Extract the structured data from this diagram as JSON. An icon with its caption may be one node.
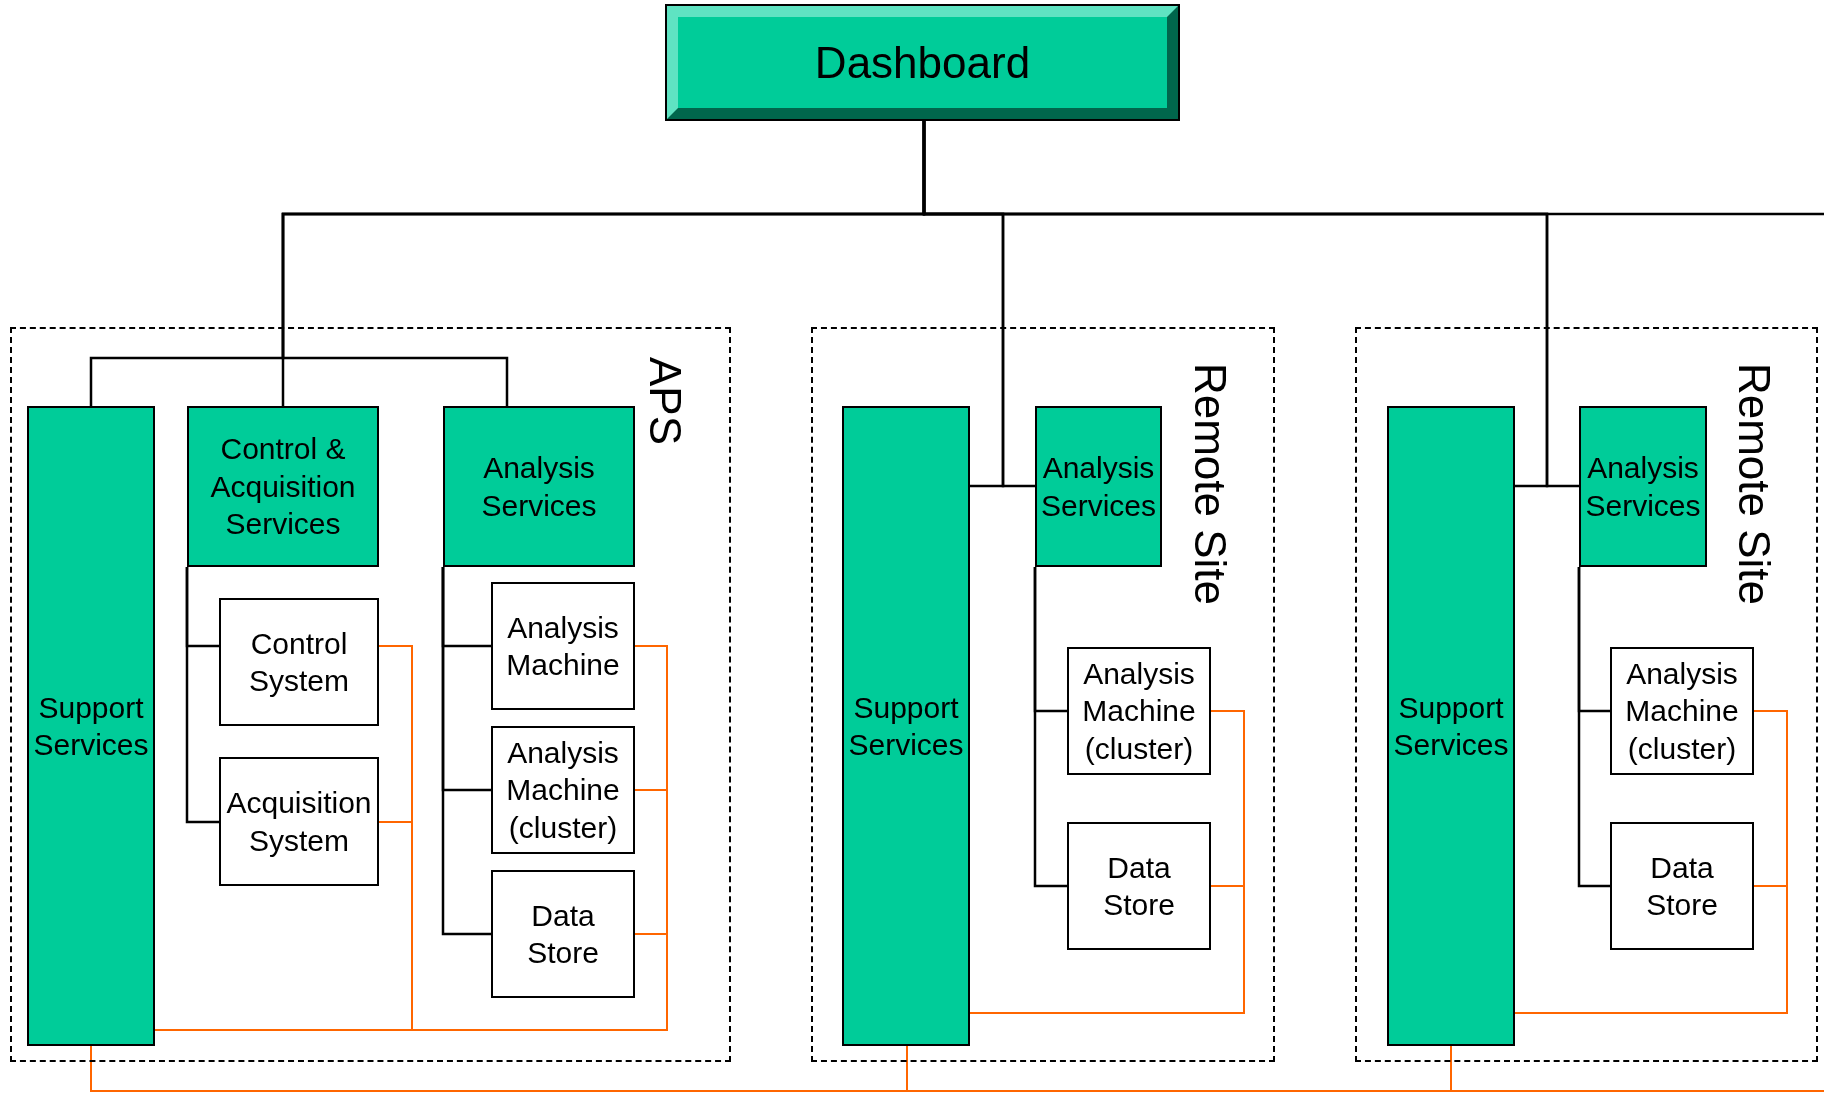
{
  "diagram": {
    "nodes": [
      {
        "text": [
          "Dashboard"
        ]
      },
      {
        "text": [
          "APS"
        ]
      },
      {
        "text": [
          "Support Services"
        ],
        "in": 1
      },
      {
        "text": [
          "Control & Acquisition Services"
        ],
        "in": 1
      },
      {
        "text": [
          "Analysis Services"
        ],
        "in": 1
      },
      {
        "text": [
          "Control System"
        ],
        "in": 1
      },
      {
        "text": [
          "Acquisition System"
        ],
        "in": 1
      },
      {
        "text": [
          "Analysis Machine"
        ],
        "in": 1
      },
      {
        "text": [
          "Analysis Machine (cluster)"
        ],
        "in": 1
      },
      {
        "text": [
          "Data Store"
        ],
        "in": 1
      },
      {
        "text": [
          "Remote Site"
        ]
      },
      {
        "text": [
          "Support Services"
        ],
        "in": 10
      },
      {
        "text": [
          "Analysis Services"
        ],
        "in": 10
      },
      {
        "text": [
          "Analysis Machine (cluster)"
        ],
        "in": 10
      },
      {
        "text": [
          "Data Store"
        ],
        "in": 10
      },
      {
        "text": [
          "Remote Site"
        ]
      },
      {
        "text": [
          "Support Services"
        ],
        "in": 15
      },
      {
        "text": [
          "Analysis Services"
        ],
        "in": 15
      },
      {
        "text": [
          "Analysis Machine (cluster)"
        ],
        "in": 15
      },
      {
        "text": [
          "Data Store"
        ],
        "in": 15
      }
    ],
    "edges": [
      {
        "from": 0,
        "to": 3,
        "arrow": "none"
      },
      {
        "from": 0,
        "to": 2,
        "arrow": "none"
      },
      {
        "from": 0,
        "to": 4,
        "arrow": "none"
      },
      {
        "from": 0,
        "to": 11,
        "arrow": "none"
      },
      {
        "from": 0,
        "to": 12,
        "arrow": "none"
      },
      {
        "from": 0,
        "to": 16,
        "arrow": "none"
      },
      {
        "from": 0,
        "to": 17,
        "arrow": "none"
      },
      {
        "from": 0,
        "to": null,
        "arrow": "none"
      },
      {
        "from": 3,
        "to": 5,
        "arrow": "none"
      },
      {
        "from": 3,
        "to": 6,
        "arrow": "none"
      },
      {
        "from": 4,
        "to": 7,
        "arrow": "none"
      },
      {
        "from": 4,
        "to": 8,
        "arrow": "none"
      },
      {
        "from": 4,
        "to": 9,
        "arrow": "none"
      },
      {
        "from": 12,
        "to": 13,
        "arrow": "none"
      },
      {
        "from": 12,
        "to": 14,
        "arrow": "none"
      },
      {
        "from": 17,
        "to": 18,
        "arrow": "none"
      },
      {
        "from": 17,
        "to": 19,
        "arrow": "none"
      },
      {
        "from": 5,
        "to": 2,
        "arrow": "none",
        "color": "#ff6600"
      },
      {
        "from": 6,
        "to": 2,
        "arrow": "none",
        "color": "#ff6600"
      },
      {
        "from": 7,
        "to": 2,
        "arrow": "none",
        "color": "#ff6600"
      },
      {
        "from": 8,
        "to": 2,
        "arrow": "none",
        "color": "#ff6600"
      },
      {
        "from": 9,
        "to": 2,
        "arrow": "none",
        "color": "#ff6600"
      },
      {
        "from": 13,
        "to": 11,
        "arrow": "none",
        "color": "#ff6600"
      },
      {
        "from": 14,
        "to": 11,
        "arrow": "none",
        "color": "#ff6600"
      },
      {
        "from": 18,
        "to": 16,
        "arrow": "none",
        "color": "#ff6600"
      },
      {
        "from": 19,
        "to": 16,
        "arrow": "none",
        "color": "#ff6600"
      },
      {
        "from": 2,
        "to": 11,
        "arrow": "none",
        "color": "#ff6600"
      },
      {
        "from": 11,
        "to": 16,
        "arrow": "none",
        "color": "#ff6600"
      },
      {
        "from": 16,
        "to": null,
        "arrow": "none",
        "color": "#ff6600"
      }
    ]
  }
}
